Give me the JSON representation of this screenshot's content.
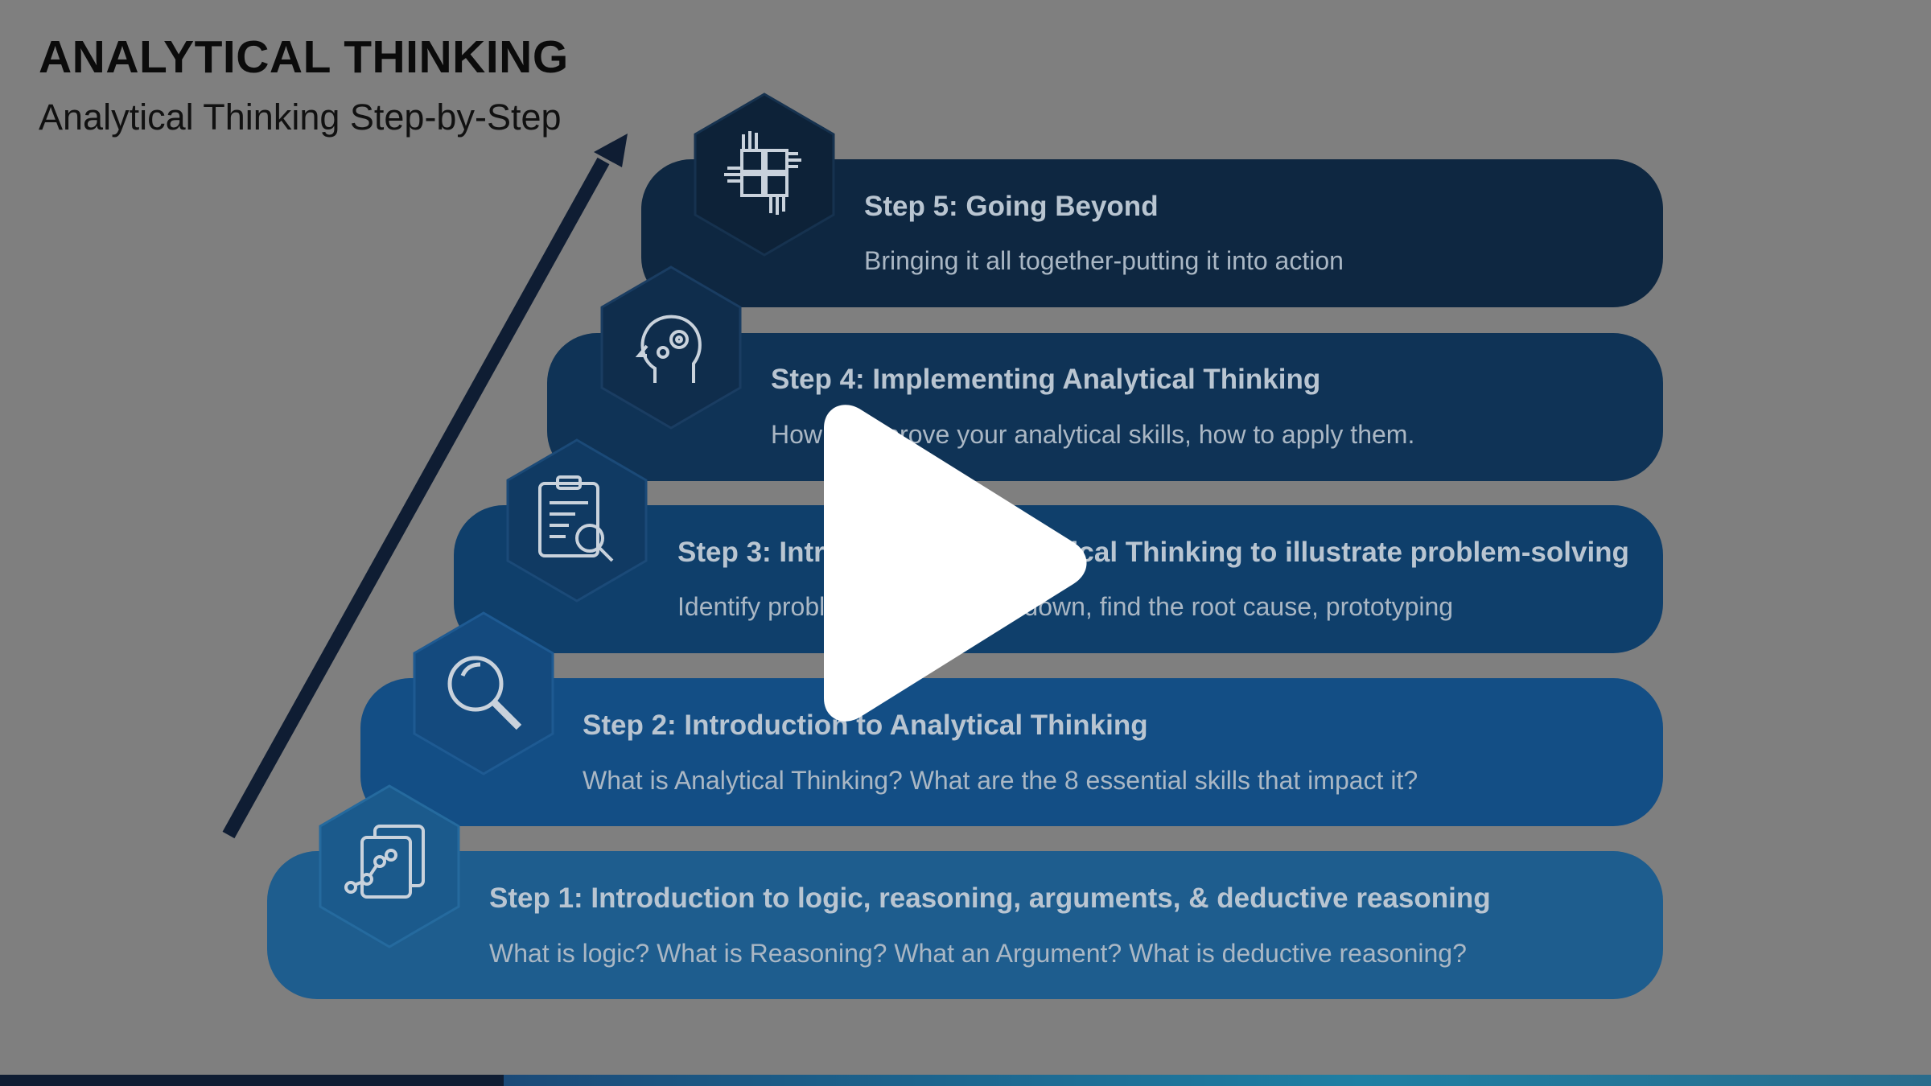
{
  "slide": {
    "title": "ANALYTICAL THINKING",
    "subtitle": "Analytical Thinking Step-by-Step"
  },
  "steps": [
    {
      "title": "Step 5: Going Beyond",
      "description": "Bringing it all together-putting it into action",
      "icon": "teamwork-hands-icon",
      "color": "#0e2741"
    },
    {
      "title": "Step 4: Implementing Analytical Thinking",
      "description": "How to improve your analytical skills, how to apply them.",
      "icon": "head-gears-icon",
      "color": "#0f3356"
    },
    {
      "title": "Step 3: Introduction to Analytical Thinking to illustrate problem-solving",
      "description": "Identify problems, break them down, find the root cause, prototyping",
      "icon": "clipboard-search-icon",
      "color": "#0f3f6b"
    },
    {
      "title": "Step 2: Introduction  to Analytical Thinking",
      "description": "What is Analytical Thinking? What are the 8 essential skills that impact it?",
      "icon": "magnifier-icon",
      "color": "#134e85"
    },
    {
      "title": "Step 1: Introduction  to logic,  reasoning,  arguments,  & deductive reasoning",
      "description": "What is logic? What is Reasoning? What an Argument? What is deductive reasoning?",
      "icon": "documents-chart-icon",
      "color": "#1e5d8e"
    }
  ],
  "video": {
    "control_icon": "play-icon"
  }
}
